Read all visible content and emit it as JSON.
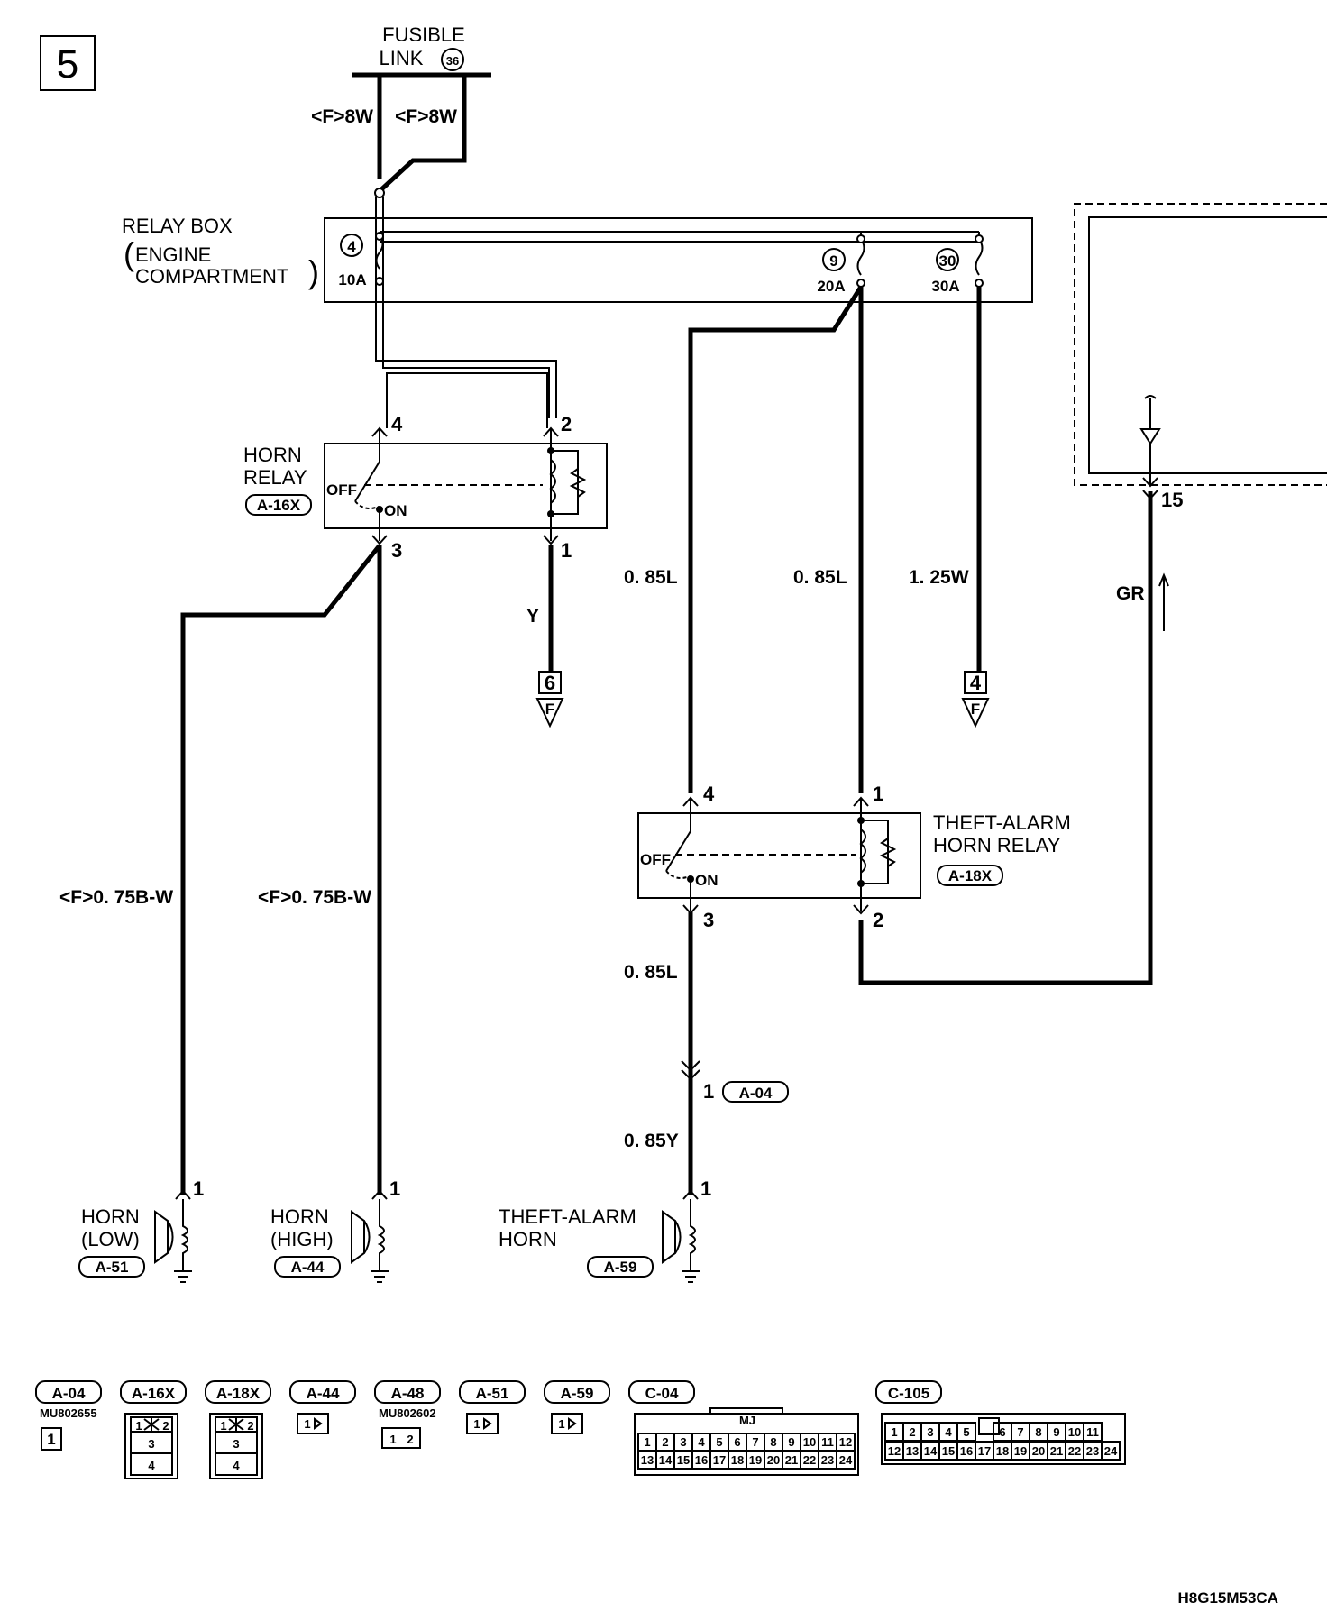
{
  "page_number": "5",
  "fusible_link": {
    "label_line1": "FUSIBLE",
    "label_line2": "LINK",
    "number": "36"
  },
  "feed_wires": [
    "<F>8W",
    "<F>8W"
  ],
  "relay_box": {
    "label_line1": "RELAY BOX",
    "label_line2": "ENGINE",
    "label_line3": "COMPARTMENT",
    "fuses": [
      {
        "number": "4",
        "rating": "10A"
      },
      {
        "number": "9",
        "rating": "20A"
      },
      {
        "number": "30",
        "rating": "30A"
      }
    ]
  },
  "horn_relay": {
    "label_line1": "HORN",
    "label_line2": "RELAY",
    "connector": "A-16X",
    "off": "OFF",
    "on": "ON",
    "pins": {
      "p4": "4",
      "p2": "2",
      "p3": "3",
      "p1": "1"
    }
  },
  "theft_relay": {
    "label_line1": "THEFT-ALARM",
    "label_line2": "HORN RELAY",
    "connector": "A-18X",
    "off": "OFF",
    "on": "ON",
    "pins": {
      "p4": "4",
      "p1": "1",
      "p3": "3",
      "p2": "2"
    }
  },
  "wires": {
    "y": "Y",
    "l1": "0. 85L",
    "l2": "0. 85L",
    "w125": "1. 25W",
    "gr": "GR",
    "bw1": "<F>0. 75B-W",
    "bw2": "<F>0. 75B-W",
    "l3": "0. 85L",
    "y085": "0. 85Y"
  },
  "ground_refs": [
    {
      "number": "6",
      "letter": "F"
    },
    {
      "number": "4",
      "letter": "F"
    }
  ],
  "ecu_pin": "15",
  "inline_connector": {
    "pin": "1",
    "id": "A-04"
  },
  "horns": [
    {
      "line1": "HORN",
      "line2": "(LOW)",
      "connector": "A-51",
      "pin": "1"
    },
    {
      "line1": "HORN",
      "line2": "(HIGH)",
      "connector": "A-44",
      "pin": "1"
    },
    {
      "line1": "THEFT-ALARM",
      "line2": "HORN",
      "connector": "A-59",
      "pin": "1"
    }
  ],
  "connector_legend": {
    "ids": [
      "A-04",
      "A-16X",
      "A-18X",
      "A-44",
      "A-48",
      "A-51",
      "A-59",
      "C-04",
      "C-105"
    ],
    "part_a04": "MU802655",
    "part_a48": "MU802602",
    "a04_pin": "1",
    "a48_pins": [
      "1",
      "2"
    ],
    "relay_pins": [
      "1",
      "2",
      "3",
      "4"
    ],
    "single_pin": "1",
    "c04_tag": "MJ",
    "c04_row1": [
      "1",
      "2",
      "3",
      "4",
      "5",
      "6",
      "7",
      "8",
      "9",
      "10",
      "11",
      "12"
    ],
    "c04_row2": [
      "13",
      "14",
      "15",
      "16",
      "17",
      "18",
      "19",
      "20",
      "21",
      "22",
      "23",
      "24"
    ],
    "c105_row1": [
      "1",
      "2",
      "3",
      "4",
      "5",
      "6",
      "7",
      "8",
      "9",
      "10",
      "11"
    ],
    "c105_row2": [
      "12",
      "13",
      "14",
      "15",
      "16",
      "17",
      "18",
      "19",
      "20",
      "21",
      "22",
      "23",
      "24"
    ]
  },
  "figure_code": "H8G15M53CA"
}
